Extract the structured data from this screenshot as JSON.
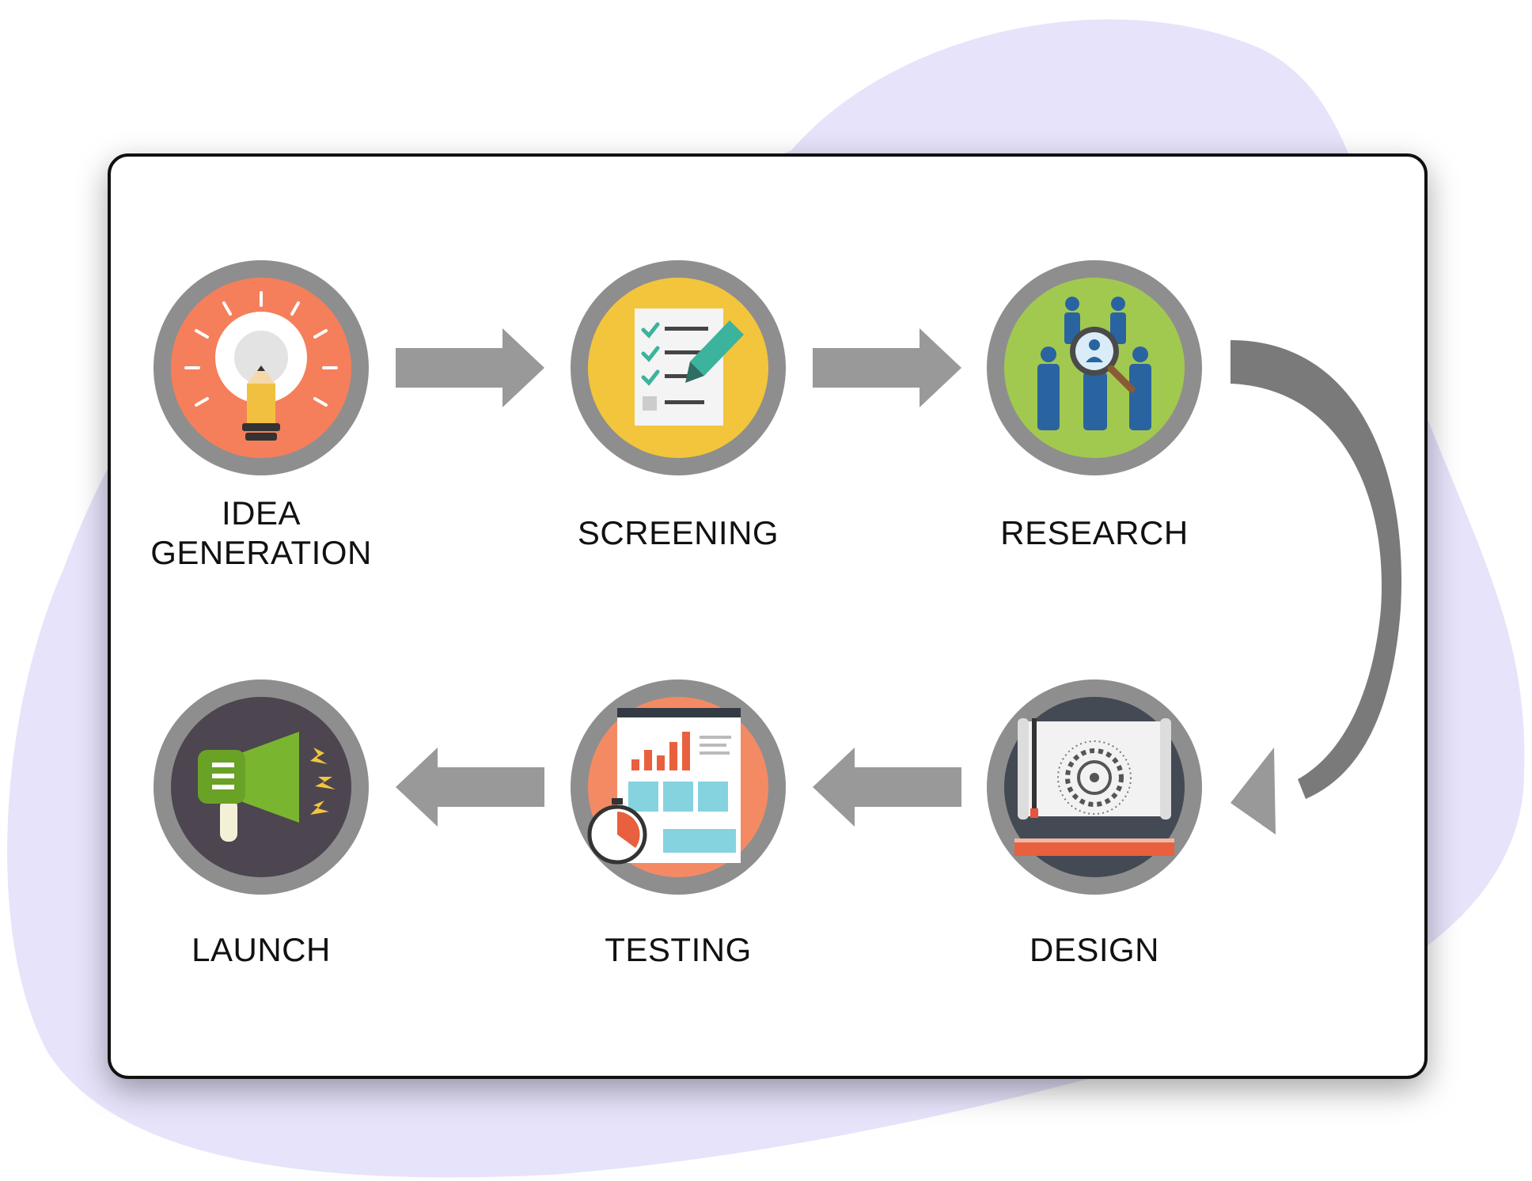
{
  "colors": {
    "background_blob": "#e6e3fb",
    "card_border": "#111111",
    "ring": "#8e8e8e",
    "arrow": "#999999",
    "arrow_dark": "#7a7a7a"
  },
  "steps": [
    {
      "id": "idea_generation",
      "label_lines": [
        "IDEA",
        "GENERATION"
      ],
      "icon": "lightbulb-icon",
      "fill": "#f57f5b"
    },
    {
      "id": "screening",
      "label_lines": [
        "SCREENING"
      ],
      "icon": "checklist-icon",
      "fill": "#f2c53d"
    },
    {
      "id": "research",
      "label_lines": [
        "RESEARCH"
      ],
      "icon": "team-magnifier-icon",
      "fill": "#a2c94f"
    },
    {
      "id": "design",
      "label_lines": [
        "DESIGN"
      ],
      "icon": "blueprint-gear-icon",
      "fill": "#434a54"
    },
    {
      "id": "testing",
      "label_lines": [
        "TESTING"
      ],
      "icon": "report-stopwatch-icon",
      "fill": "#f48a64"
    },
    {
      "id": "launch",
      "label_lines": [
        "LAUNCH"
      ],
      "icon": "megaphone-icon",
      "fill": "#4d4550"
    }
  ],
  "flow": [
    "idea_generation",
    "screening",
    "research",
    "design",
    "testing",
    "launch"
  ]
}
